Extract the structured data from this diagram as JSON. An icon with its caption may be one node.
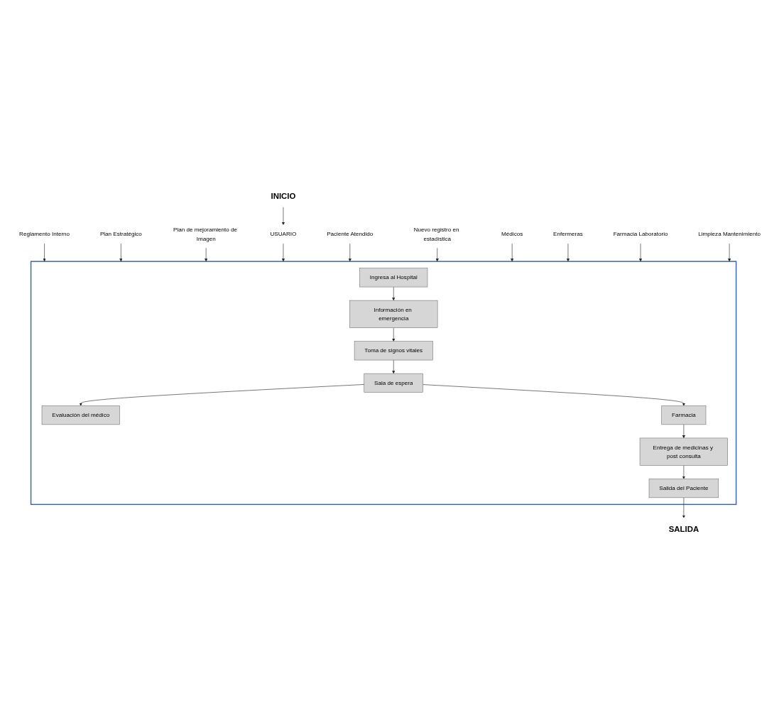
{
  "diagram": {
    "nodes": [
      {
        "text": [
          "Reglamento Interno"
        ]
      },
      {
        "text": [
          "Plan Estratégico"
        ]
      },
      {
        "text": [
          "Plan de mejoramiento de Imagen"
        ]
      },
      {
        "text": [
          "USUARIO"
        ]
      },
      {
        "text": [
          "INICIO"
        ]
      },
      {
        "text": [],
        "shape": "box"
      },
      {
        "text": [
          "Ingresa al Hospital"
        ],
        "in": 5
      },
      {
        "text": [
          "Información en emergencia"
        ],
        "in": 5
      },
      {
        "text": [
          "Toma de signos vitales"
        ],
        "in": 5
      },
      {
        "text": [
          "Sala de espera"
        ],
        "in": 5
      },
      {
        "text": [
          "Paciente Atendido"
        ]
      },
      {
        "text": [
          "Evaluación del médico"
        ],
        "in": 5
      },
      {
        "text": [
          "Farmacia"
        ],
        "in": 5
      },
      {
        "text": [
          "Nuevo registro en estadística"
        ]
      },
      {
        "text": [
          "Entrega de medicinas y post consulta"
        ],
        "in": 5
      },
      {
        "text": [
          "Salida del Paciente"
        ],
        "in": 5
      },
      {
        "text": [
          "SALIDA"
        ]
      },
      {
        "text": [
          "Médicos"
        ]
      },
      {
        "text": [
          "Enfermeras"
        ]
      },
      {
        "text": [
          "Farmacia Laboratorio"
        ]
      },
      {
        "text": [
          "Limpieza Mantenimiento"
        ]
      }
    ],
    "edges": [
      {
        "from": 0,
        "to": 5,
        "arrow": "to"
      },
      {
        "from": 1,
        "to": 5,
        "arrow": "to"
      },
      {
        "from": 2,
        "to": 5,
        "arrow": "to"
      },
      {
        "from": 4,
        "to": 3,
        "arrow": "to"
      },
      {
        "from": 3,
        "to": 5,
        "arrow": "to"
      },
      {
        "from": 6,
        "to": 7,
        "arrow": "to"
      },
      {
        "from": 7,
        "to": 8,
        "arrow": "to"
      },
      {
        "from": 8,
        "to": 9,
        "arrow": "to"
      },
      {
        "from": 9,
        "to": 11,
        "arrow": "to"
      },
      {
        "from": 9,
        "to": 12,
        "arrow": "to"
      },
      {
        "from": 12,
        "to": 14,
        "arrow": "to"
      },
      {
        "from": 14,
        "to": 15,
        "arrow": "to"
      },
      {
        "from": 15,
        "to": 16,
        "arrow": "to"
      },
      {
        "from": 10,
        "to": 5,
        "arrow": "to"
      },
      {
        "from": 13,
        "to": 5,
        "arrow": "to"
      },
      {
        "from": 17,
        "to": 5,
        "arrow": "to"
      },
      {
        "from": 18,
        "to": 5,
        "arrow": "to"
      },
      {
        "from": 19,
        "to": 5,
        "arrow": "to"
      },
      {
        "from": 20,
        "to": 5,
        "arrow": "to"
      }
    ]
  }
}
